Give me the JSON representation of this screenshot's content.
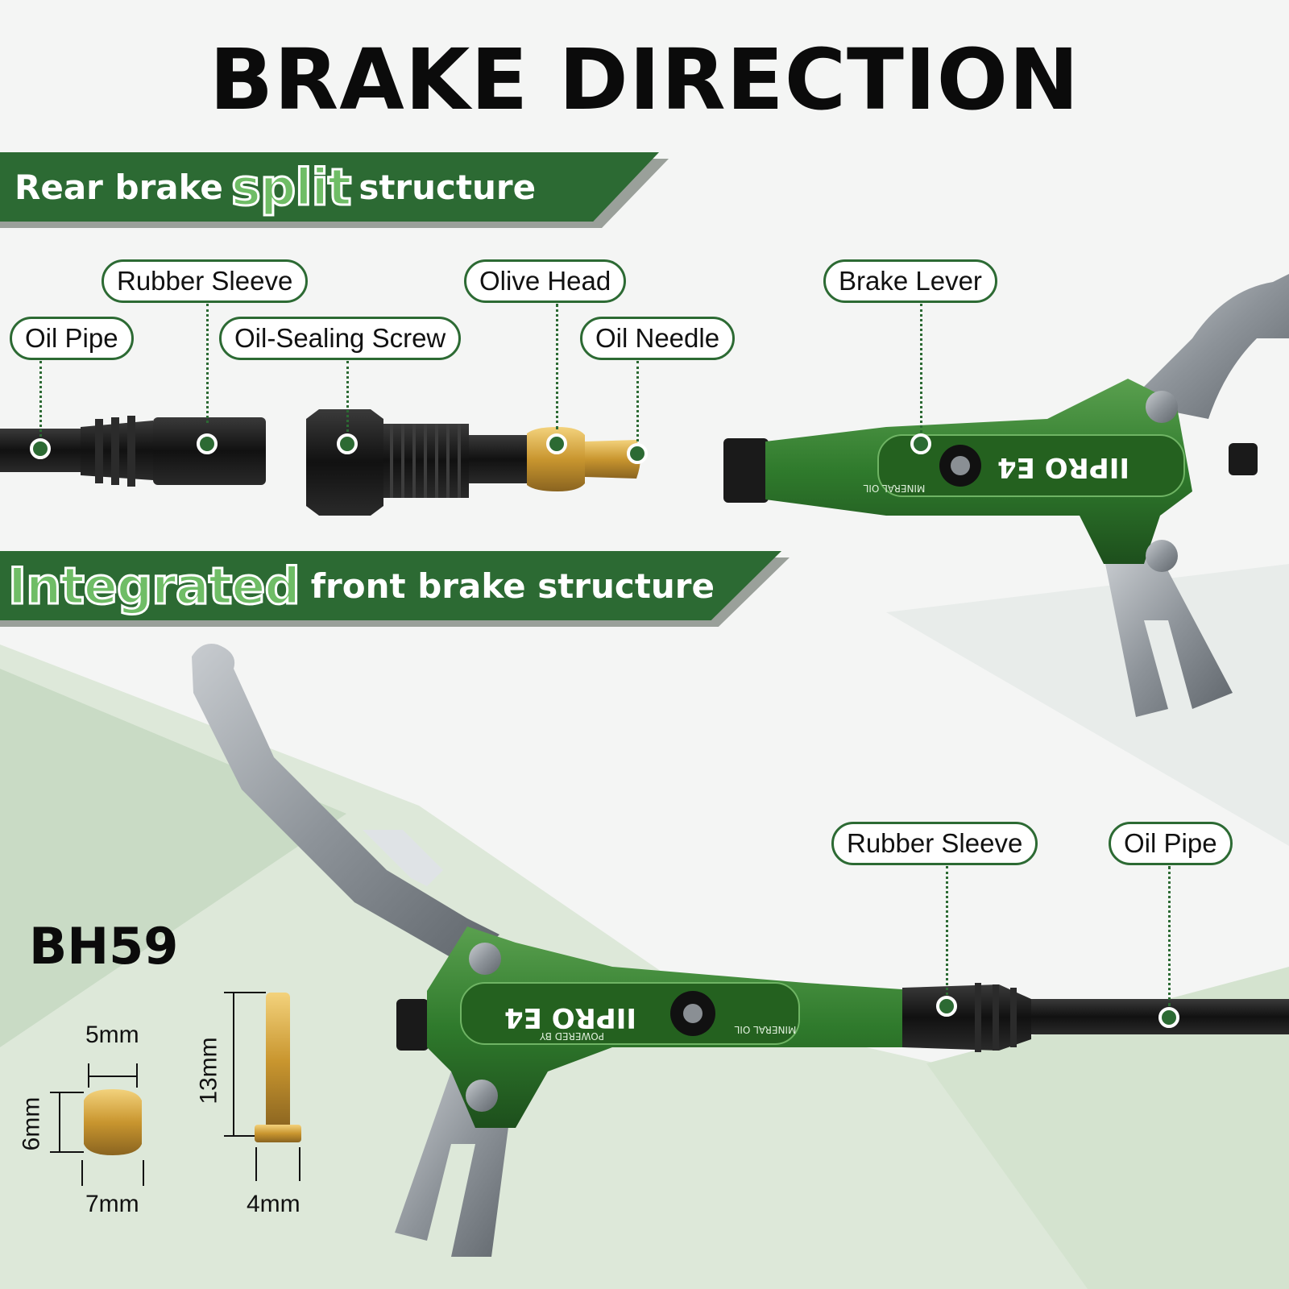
{
  "title": "BRAKE DIRECTION",
  "rear_banner": {
    "before": "Rear brake",
    "highlight": "split",
    "after": "structure"
  },
  "front_banner": {
    "highlight": "Integrated",
    "after": "front brake structure"
  },
  "labels": {
    "oil_pipe_top": "Oil Pipe",
    "rubber_sleeve_top": "Rubber Sleeve",
    "oil_sealing_screw": "Oil-Sealing Screw",
    "olive_head": "Olive Head",
    "oil_needle": "Oil Needle",
    "brake_lever": "Brake Lever",
    "rubber_sleeve_bottom": "Rubber Sleeve",
    "oil_pipe_bottom": "Oil Pipe"
  },
  "model": "BH59",
  "lever_print": {
    "brand": "IIPRO E4",
    "powered": "POWERED BY",
    "oil": "MINERAL OIL"
  },
  "dimensions": {
    "olive_top": "5mm",
    "olive_side": "6mm",
    "olive_bottom": "7mm",
    "needle_side": "13mm",
    "needle_bottom": "4mm"
  },
  "colors": {
    "brand_green": "#2c6a33",
    "highlight_green": "#6fbd66",
    "brass": "#d4a64a",
    "alloy": "#9aa0a6"
  }
}
